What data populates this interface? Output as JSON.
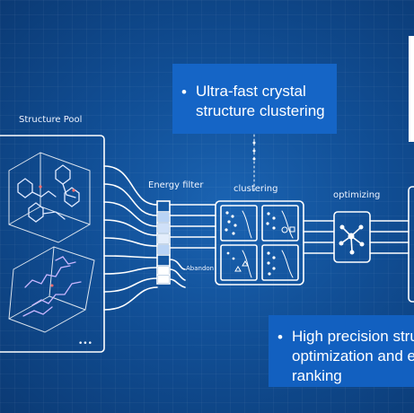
{
  "labels": {
    "structure_pool": "Structure Pool",
    "energy_filter": "Energy filter",
    "clustering": "clustering",
    "optimizing": "optimizing",
    "abandon": "Abandon",
    "pool_dots": "•••"
  },
  "callouts": {
    "top": {
      "bullet": "•",
      "text": "Ultra-fast crystal\nstructure clustering"
    },
    "bottom": {
      "bullet": "•",
      "text": "High precision stru\noptimization and e\nranking"
    }
  },
  "colors": {
    "background": "#114f96",
    "callout": "#1565c6",
    "line": "#ffffff"
  }
}
